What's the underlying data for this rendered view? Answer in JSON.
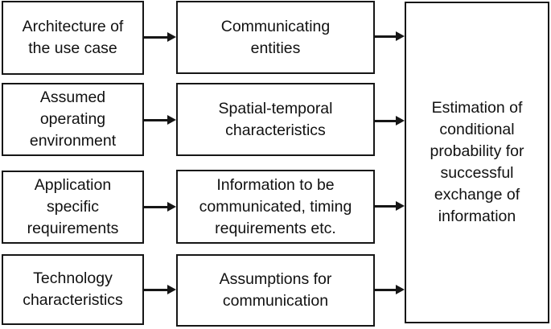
{
  "colors": {
    "background": "#ffffff",
    "box_fill": "#ffffff",
    "line": "#161616",
    "text": "#111111"
  },
  "boxes": {
    "l1": "Architecture of\nthe use case",
    "l2": "Assumed\noperating\nenvironment",
    "l3": "Application\nspecific\nrequirements",
    "l4": "Technology\ncharacteristics",
    "m1": "Communicating\nentities",
    "m2": "Spatial-temporal\ncharacteristics",
    "m3": "Information to be\ncommunicated, timing\nrequirements etc.",
    "m4": "Assumptions for\ncommunication",
    "r1": "Estimation of\nconditional\nprobability for\nsuccessful\nexchange of\ninformation"
  },
  "arrows": [
    {
      "from": "l1",
      "to": "m1"
    },
    {
      "from": "l2",
      "to": "m2"
    },
    {
      "from": "l3",
      "to": "m3"
    },
    {
      "from": "l4",
      "to": "m4"
    },
    {
      "from": "m1",
      "to": "r1"
    },
    {
      "from": "m2",
      "to": "r1"
    },
    {
      "from": "m3",
      "to": "r1"
    },
    {
      "from": "m4",
      "to": "r1"
    }
  ]
}
